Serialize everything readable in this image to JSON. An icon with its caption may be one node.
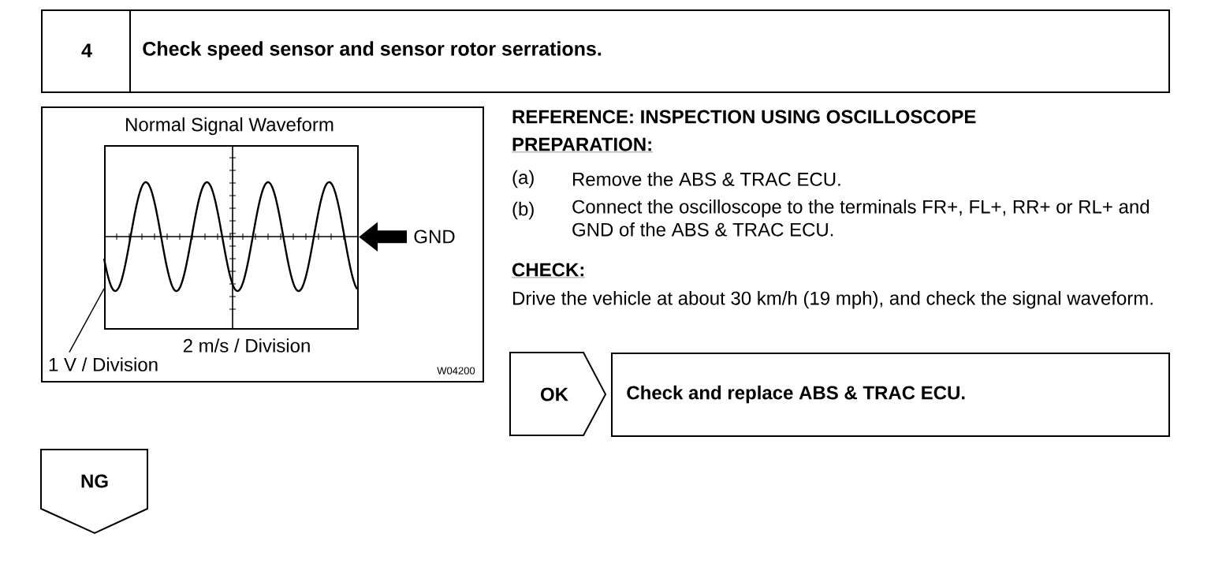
{
  "diagram": {
    "nodes": [
      {
        "text": [
          "4",
          "Check speed sensor and sensor rotor serrations."
        ]
      },
      {
        "text": [
          "Normal Signal Waveform"
        ]
      },
      {
        "text": [
          "GND"
        ],
        "in": 1
      },
      {
        "text": [],
        "shape": "box",
        "in": 1,
        "beside": [
          "2 m/s / Division"
        ]
      },
      {
        "text": [
          "1 V / Division"
        ],
        "in": 1
      },
      {
        "text": [
          "OK"
        ]
      },
      {
        "text": [
          "Check and replace ABS & TRAC ECU."
        ]
      },
      {
        "text": [
          "NG"
        ]
      }
    ],
    "edges": [
      {
        "from": 2,
        "to": 3,
        "arrow": "to",
        "style": "thick"
      },
      {
        "from": 4,
        "to": 3,
        "arrow": "none"
      }
    ],
    "labels": [
      "W04200",
      "REFERENCE: INSPECTION USING OSCILLOSCOPE",
      "PREPARATION:",
      "(a)",
      "Remove the ABS & TRAC ECU.",
      "(b)",
      "Connect the oscilloscope to the terminals FR+, FL+, RR+ or RL+ and GND of the ABS & TRAC ECU.",
      "CHECK:",
      "Drive the vehicle at about 30 km/h (19 mph), and check the signal waveform."
    ]
  }
}
